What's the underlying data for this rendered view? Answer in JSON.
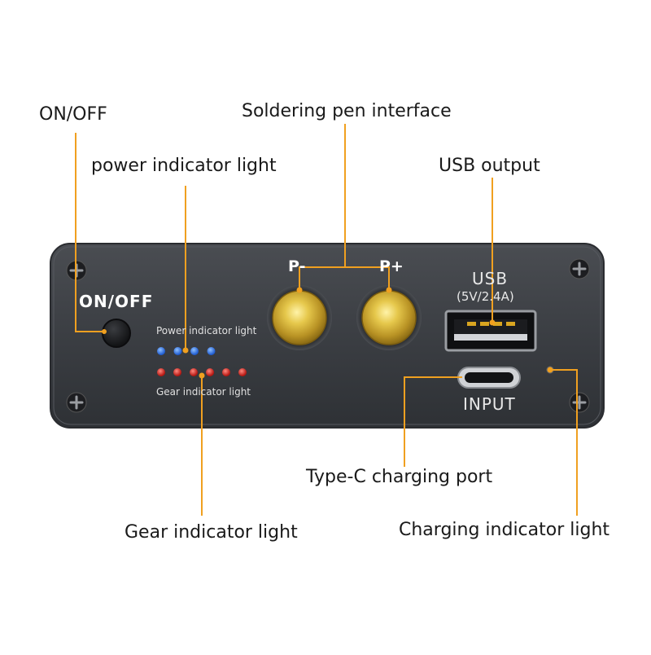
{
  "callouts": {
    "on_off": "ON/OFF",
    "soldering_pen_interface": "Soldering pen interface",
    "power_indicator_light": "power indicator light",
    "usb_output": "USB output",
    "type_c_charging_port": "Type-C charging port",
    "gear_indicator_light": "Gear indicator light",
    "charging_indicator_light": "Charging indicator light"
  },
  "panel": {
    "on_off_label": "ON/OFF",
    "p_minus_label": "P-",
    "p_plus_label": "P+",
    "usb_label": "USB",
    "usb_spec": "(5V/2.4A)",
    "input_label": "INPUT",
    "power_indicator_label": "Power indicator light",
    "gear_indicator_label": "Gear indicator light"
  },
  "indicators": {
    "power_leds": 4,
    "gear_leds": 6,
    "power_led_color": "#2f6fe0",
    "gear_led_color": "#d0201e"
  },
  "colors": {
    "leader_line": "#f0a020",
    "panel_body": "#3c3f44",
    "knob_gold": "#d9b53a"
  }
}
